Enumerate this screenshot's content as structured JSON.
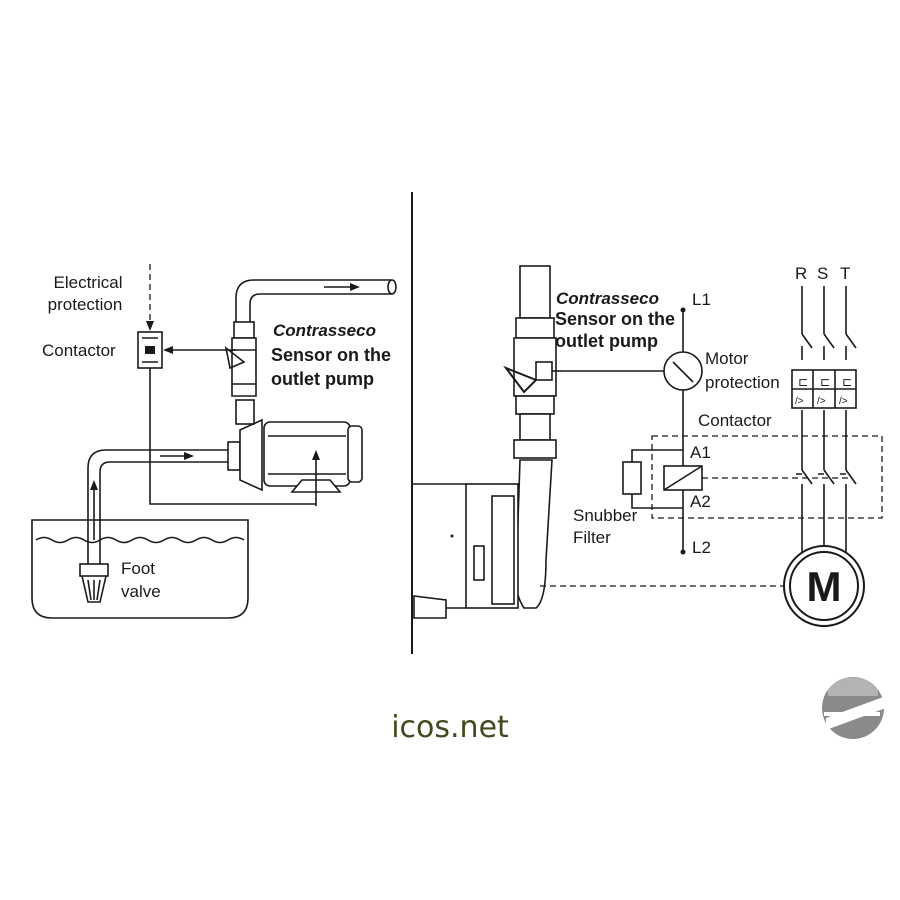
{
  "left_diagram": {
    "electrical_protection": [
      "Electrical",
      "protection"
    ],
    "contactor": "Contactor",
    "sensor_brand": "Contrasseco",
    "sensor_desc": [
      "Sensor on the",
      "outlet pump"
    ],
    "foot_valve": [
      "Foot",
      "valve"
    ]
  },
  "right_diagram": {
    "sensor_brand": "Contrasseco",
    "sensor_desc": [
      "Sensor on the",
      "outlet pump"
    ],
    "l1": "L1",
    "l2": "L2",
    "phases": [
      "R",
      "S",
      "T"
    ],
    "motor_protection": [
      "Motor",
      "protection"
    ],
    "contactor": "Contactor",
    "a1": "A1",
    "a2": "A2",
    "snubber": [
      "Snubber",
      "Filter"
    ],
    "motor_symbol": "M"
  },
  "brand": {
    "site": "icos.net",
    "logo_icon": "icos-logo-icon"
  }
}
